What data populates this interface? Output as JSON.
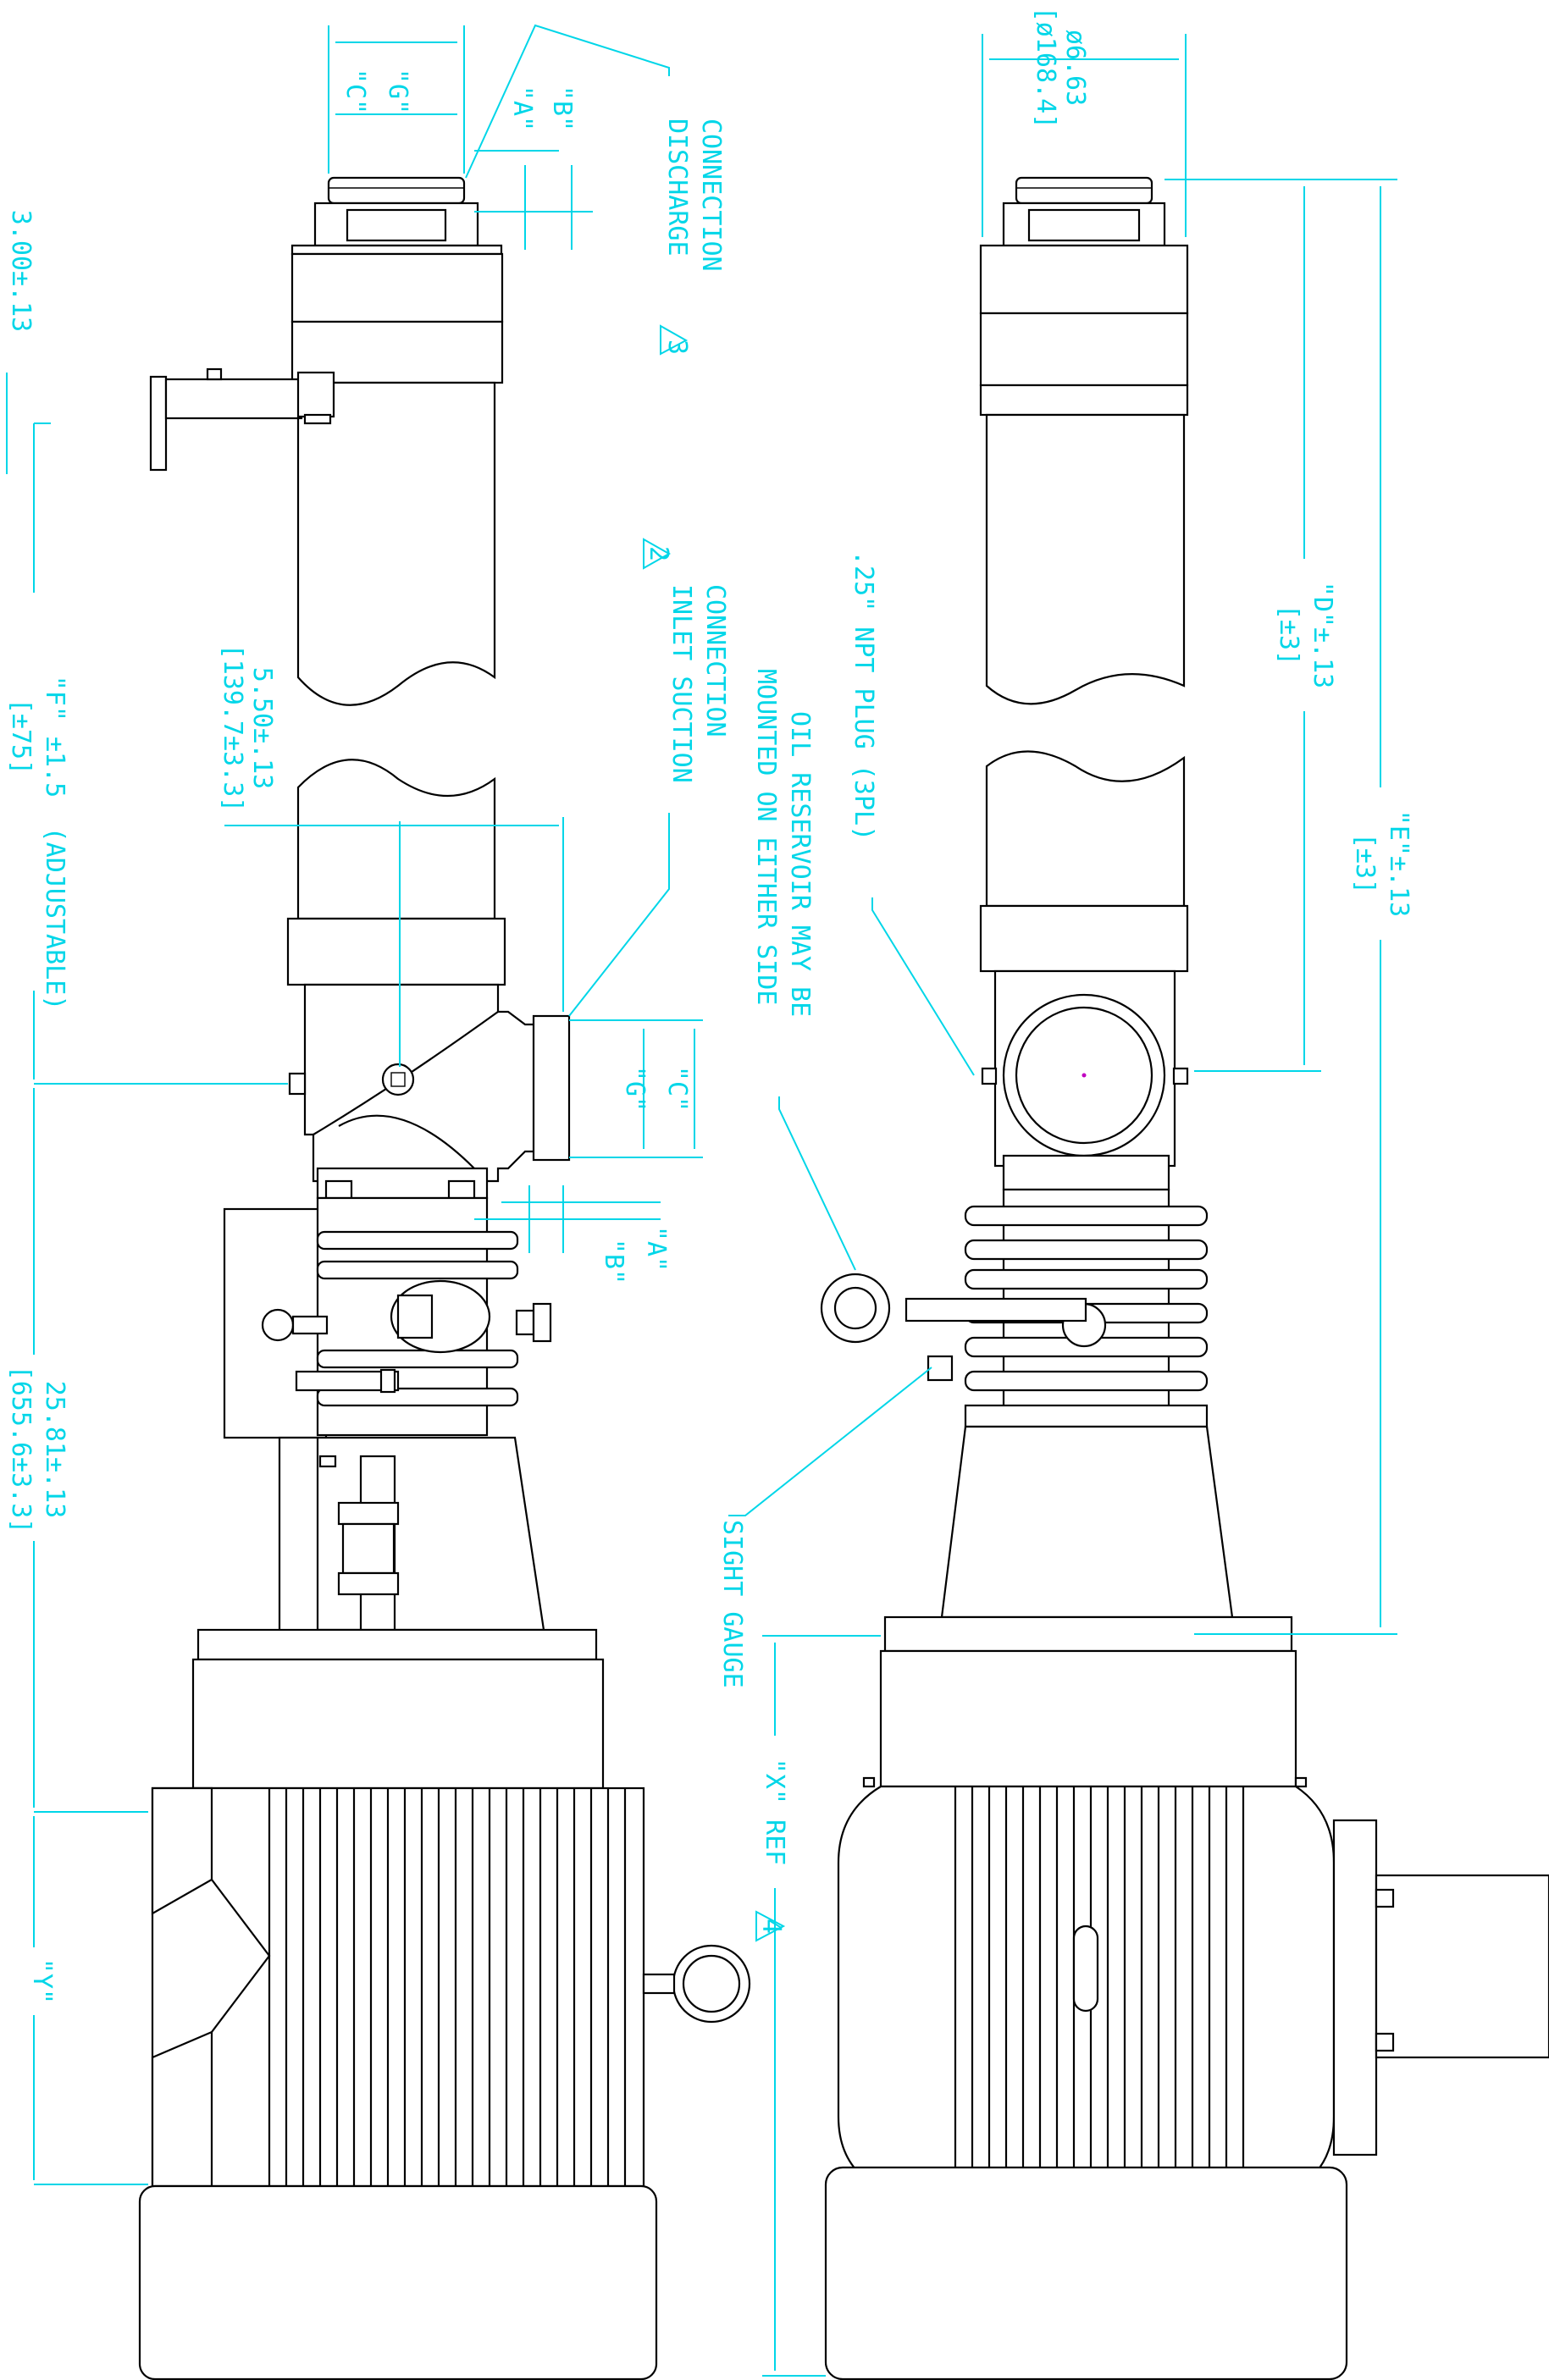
{
  "colors": {
    "dimension": "#00d6e8",
    "outline": "#000000",
    "center_mark": "#c000c0"
  },
  "labels": {
    "discharge_l1": "DISCHARGE",
    "discharge_l2": "CONNECTION",
    "discharge_note": "3",
    "inlet_l1": "INLET SUCTION",
    "inlet_l2": "CONNECTION",
    "inlet_note": "2",
    "dim_C": "\"C\"",
    "dim_G": "\"G\"",
    "dim_A": "\"A\"",
    "dim_B": "\"B\"",
    "dim_300": "3.00±.13",
    "dim_F_l1": "\"F\" ±1.5",
    "dim_F_l2": "[±75]",
    "dim_F_adj": "(ADJUSTABLE)",
    "dim_550_l1": "5.50±.13",
    "dim_550_l2": "[139.7±3.3]",
    "dim_2581_l1": "25.81±.13",
    "dim_2581_l2": "[655.6±3.3]",
    "dim_Y": "\"Y\"",
    "dia_l1": "ø6.63",
    "dia_l2": "[ø168.4]",
    "dim_D_l1": "\"D\"±.13",
    "dim_D_l2": "[±3]",
    "dim_E_l1": "\"E\"±.13",
    "dim_E_l2": "[±3]",
    "npt_plug": ".25\" NPT PLUG (3PL)",
    "oil_l1": "OIL RESERVOIR MAY BE",
    "oil_l2": "MOUNTED ON EITHER SIDE",
    "sight_gauge": "SIGHT GAUGE",
    "x_ref": "\"X\" REF",
    "x_note": "4"
  }
}
